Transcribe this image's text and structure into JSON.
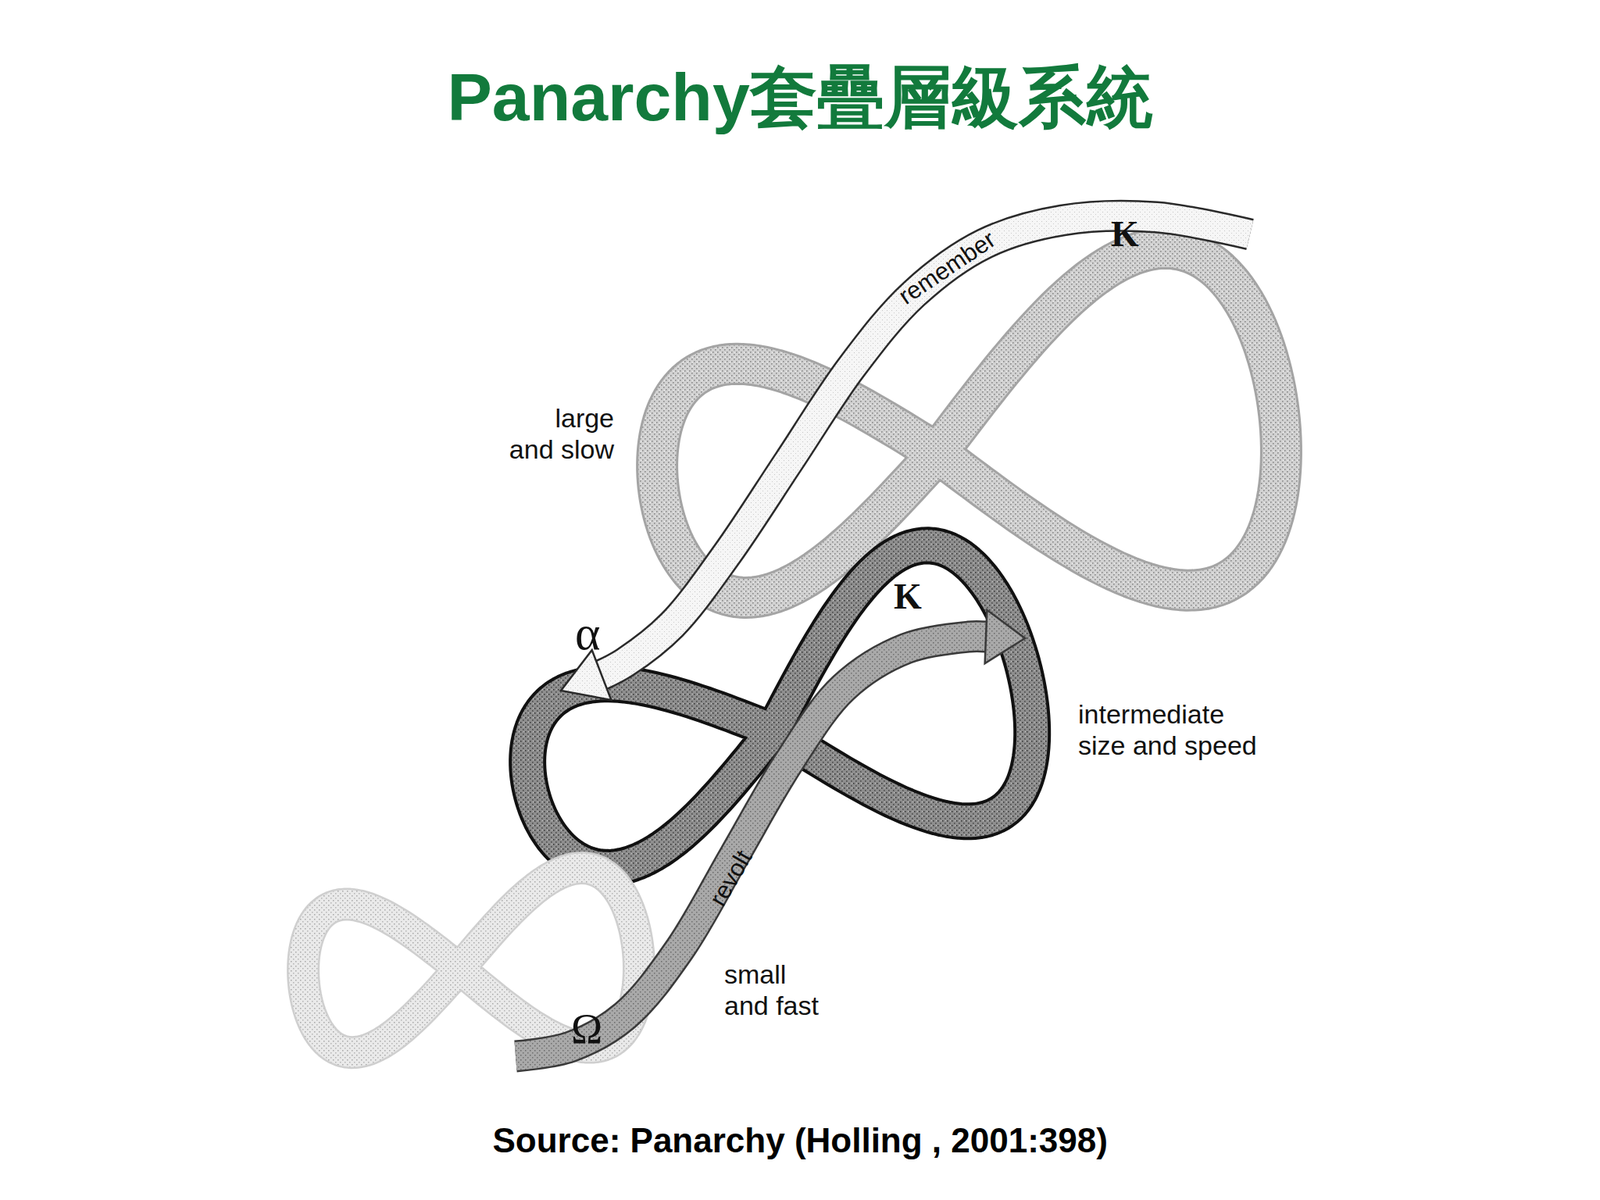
{
  "diagram": {
    "title": "Panarchy套疊層級系統",
    "caption": "Source: Panarchy (Holling , 2001:398)",
    "labels": [
      "K",
      "remember",
      "large and slow",
      "α",
      "K",
      "intermediate size and speed",
      "revolt",
      "small and fast",
      "Ω"
    ]
  }
}
